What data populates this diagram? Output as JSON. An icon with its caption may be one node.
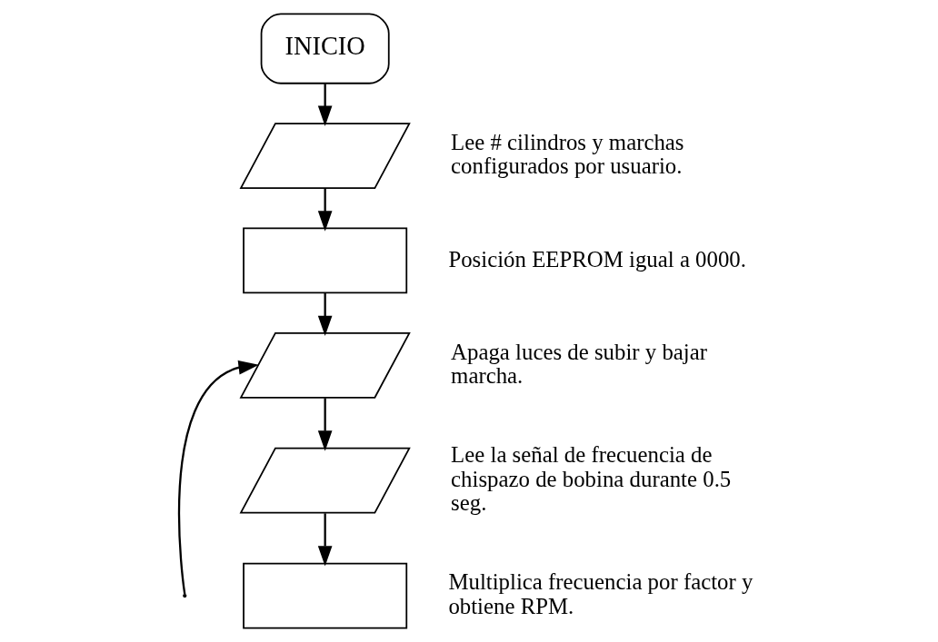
{
  "diagram": {
    "nodes": [
      {
        "text": [
          "INICIO"
        ]
      },
      {
        "text": [],
        "shape": "parallelogram",
        "beside": [
          "Lee # cilindros y marchas configurados por usuario."
        ]
      },
      {
        "text": [],
        "shape": "box",
        "beside": [
          "Posición EEPROM igual a 0000."
        ]
      },
      {
        "text": [],
        "shape": "parallelogram",
        "beside": [
          "Apaga luces de subir y bajar marcha."
        ]
      },
      {
        "text": [],
        "shape": "parallelogram",
        "beside": [
          "Lee la señal de frecuencia de chispazo de bobina durante 0.5 seg."
        ]
      },
      {
        "text": [],
        "shape": "box",
        "beside": [
          "Multiplica frecuencia por factor y obtiene RPM."
        ]
      }
    ],
    "edges": [
      {
        "from": 0,
        "to": 1,
        "arrow": "to"
      },
      {
        "from": 1,
        "to": 2,
        "arrow": "to"
      },
      {
        "from": 2,
        "to": 3,
        "arrow": "to"
      },
      {
        "from": 3,
        "to": 4,
        "arrow": "to"
      },
      {
        "from": 4,
        "to": 5,
        "arrow": "to"
      },
      {
        "from": null,
        "to": 3,
        "arrow": "to"
      }
    ]
  }
}
